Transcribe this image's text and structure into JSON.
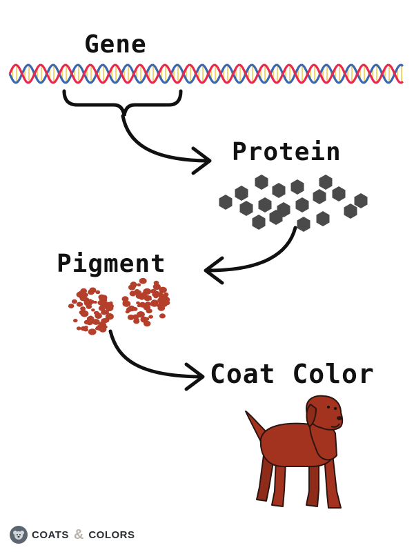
{
  "labels": {
    "gene": "Gene",
    "protein": "Protein",
    "pigment": "Pigment",
    "coat_color": "Coat Color"
  },
  "branding": {
    "left": "COATS",
    "amp": "&",
    "right": "COLORS"
  },
  "colors": {
    "dna_red": "#e8294f",
    "dna_blue": "#3a67b0",
    "dna_rung": "#f2c94c",
    "protein": "#4a4a4a",
    "pigment": "#b43f2b",
    "dog": "#a3331f",
    "arrow": "#111111"
  },
  "icons": [
    "dna-helix-icon",
    "protein-cluster-icon",
    "pigment-granules-icon",
    "dog-icon",
    "coats-and-colors-logo-icon"
  ]
}
